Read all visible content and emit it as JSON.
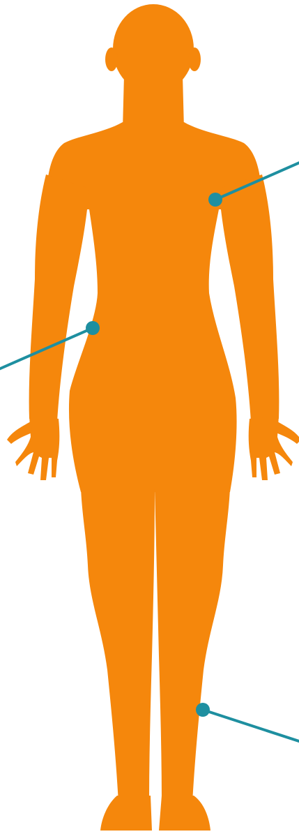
{
  "colors": {
    "background": "#ffffff",
    "body": "#F5870C",
    "marker": "#1E8FA0"
  },
  "figure": {
    "subject": "body-silhouette-icon",
    "markers": [
      "chest",
      "waist",
      "lower-leg"
    ]
  }
}
